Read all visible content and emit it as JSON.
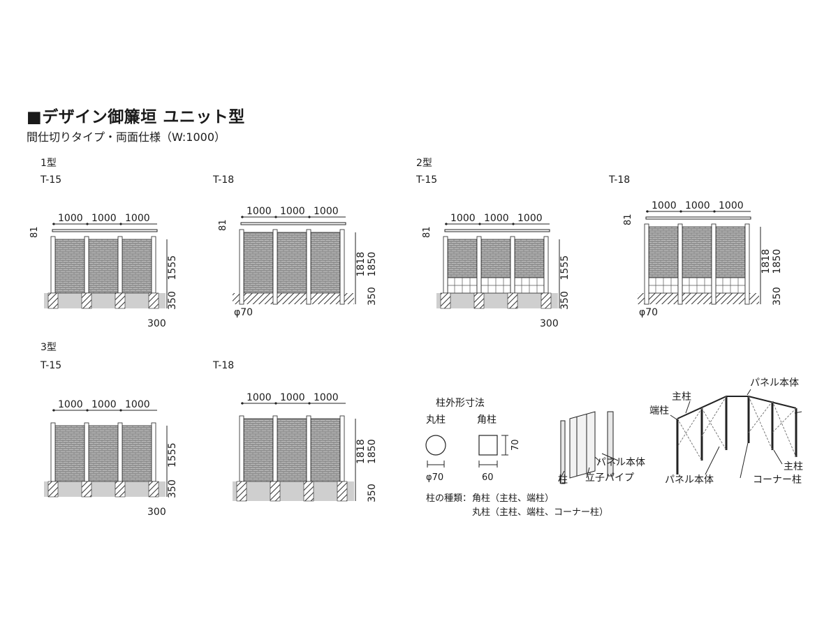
{
  "title": "■デザイン御簾垣 ユニット型",
  "subtitle": "間仕切りタイプ・両面仕様（W:1000）",
  "groups": {
    "type1": "1型",
    "type2": "2型",
    "type3": "3型"
  },
  "variants": {
    "t15": "T-15",
    "t18": "T-18"
  },
  "dims": {
    "w": "1000",
    "thin": "81",
    "h1555": "1555",
    "h1818": "1818",
    "h1850": "1850",
    "d350": "350",
    "d300": "300",
    "phi70": "φ70"
  },
  "post_section": {
    "title": "柱外形寸法",
    "round_label": "丸柱",
    "square_label": "角柱",
    "round_dim": "φ70",
    "square_w": "60",
    "square_h": "70"
  },
  "parts": {
    "panel_body": "パネル本体",
    "post": "柱",
    "pipe": "立子パイプ",
    "main_post": "主柱",
    "end_post": "端柱",
    "corner_post": "コーナー柱"
  },
  "types_note": {
    "head": "柱の種類：",
    "line1": "角柱（主柱、端柱）",
    "line2": "丸柱（主柱、端柱、コーナー柱）"
  }
}
